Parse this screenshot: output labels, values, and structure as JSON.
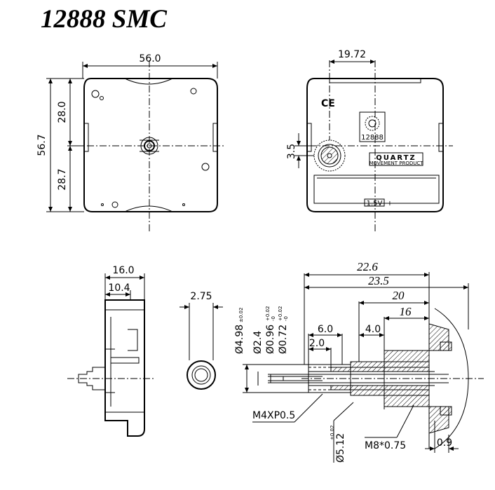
{
  "title": "12888 SMC",
  "front_view": {
    "width": "56.0",
    "height": "56.7",
    "upper": "28.0",
    "lower": "28.7"
  },
  "back_view": {
    "offset": "19.72",
    "gear_offset": "3.5",
    "ce_mark": "CE",
    "model": "12888",
    "brand": "QUARTZ",
    "brand_sub": "MOVEMENT PRODUCT",
    "battery": "1.5V",
    "minus": "-",
    "plus": "+"
  },
  "side_view": {
    "depth": "16.0",
    "inner": "10.4"
  },
  "hand_view": {
    "dia": "2.75"
  },
  "shaft_view": {
    "d1": "Ø4.98",
    "d1_tol": "±0.02",
    "d2": "Ø2.4",
    "d3": "Ø0.96",
    "d3_tol_hi": "+0.02",
    "d3_tol_lo": "-0",
    "d4": "Ø0.72",
    "d4_tol_hi": "+0.02",
    "d4_tol_lo": "-0",
    "d5": "Ø5.12",
    "d5_tol": "±0.02",
    "len_226": "22.6",
    "len_235": "23.5",
    "len_20": "20",
    "len_16": "16",
    "len_60": "6.0",
    "len_20b": "2.0",
    "len_40": "4.0",
    "thread_m4": "M4XP0.5",
    "thread_m8": "M8*0.75",
    "len_09": "0.9"
  }
}
